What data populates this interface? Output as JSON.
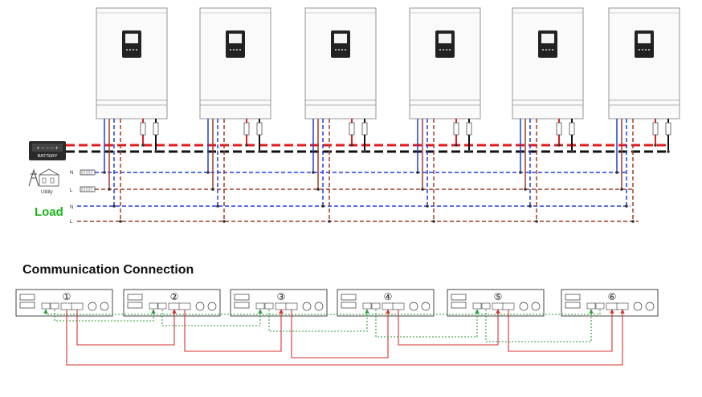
{
  "battery_label": "BATTERY",
  "utility_label": "Utility",
  "load_label": "Load",
  "line_labels": {
    "n1": "N",
    "l1": "L",
    "n2": "N",
    "l2": "L"
  },
  "section_title": "Communication Connection",
  "comm_unit_numbers": [
    "①",
    "②",
    "③",
    "④",
    "⑤",
    "⑥"
  ],
  "colors": {
    "battery_positive": "#e01e1e",
    "battery_negative": "#111111",
    "neutral": "#1f3fdf",
    "line": "#a23a2a",
    "load": "#19b419",
    "comm_green": "#2e9e3a",
    "comm_red": "#d93030"
  }
}
